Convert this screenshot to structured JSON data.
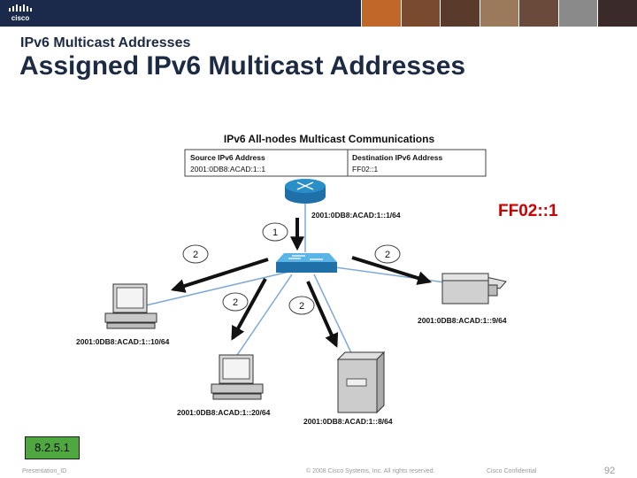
{
  "header": {
    "logo_text": "cisco",
    "subtitle": "IPv6 Multicast Addresses",
    "title": "Assigned IPv6 Multicast Addresses"
  },
  "diagram": {
    "title": "IPv6 All-nodes Multicast Communications",
    "source_header": "Source IPv6 Address",
    "source_value": "2001:0DB8:ACAD:1::1",
    "dest_header": "Destination IPv6 Address",
    "dest_value": "FF02::1",
    "multicast_label": "FF02::1",
    "router_address": "2001:0DB8:ACAD:1::1/64",
    "step_router_to_switch": "1",
    "step_to_left_pc": "2",
    "step_to_printer": "2",
    "step_to_bottom_pc": "2",
    "step_to_server": "2",
    "left_pc_address": "2001:0DB8:ACAD:1::10/64",
    "printer_address": "2001:0DB8:ACAD:1::9/64",
    "bottom_pc_address": "2001:0DB8:ACAD:1::20/64",
    "server_address": "2001:0DB8:ACAD:1::8/64"
  },
  "badge": "8.2.5.1",
  "footer": {
    "left": "Presentation_ID",
    "center": "© 2008 Cisco Systems, Inc. All rights reserved.",
    "right": "Cisco Confidential",
    "page": "92"
  },
  "colors": {
    "banner": "#1b2a4a",
    "title_text": "#1c2a44",
    "multicast_label": "#cc0000",
    "badge_fill": "#4ea83f",
    "device_blue": "#2a8ec8",
    "link_line": "#7fa9d3"
  }
}
